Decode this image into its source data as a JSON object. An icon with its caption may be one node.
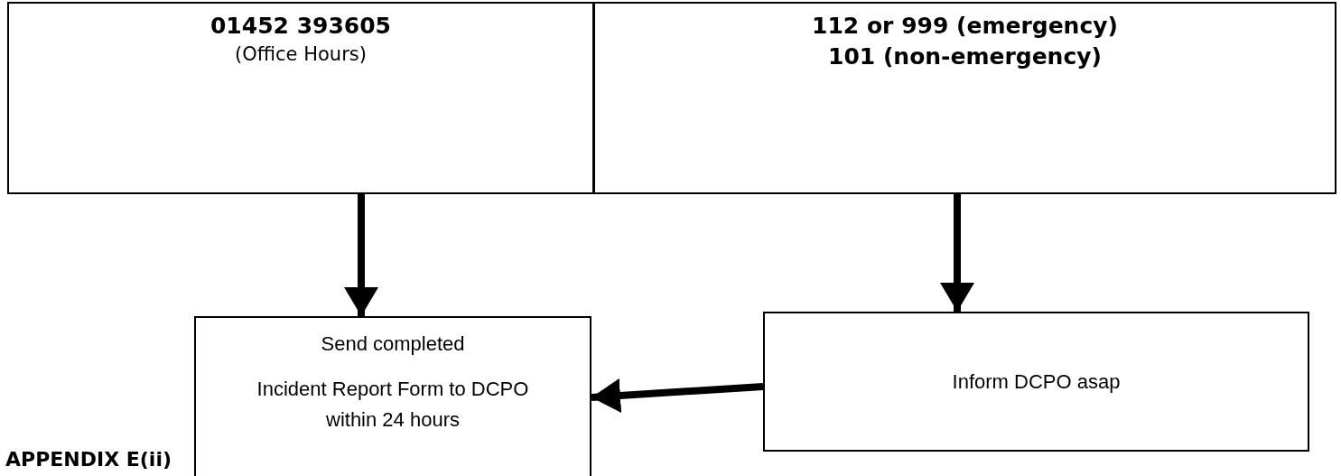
{
  "diagram": {
    "nodes": [
      {
        "text": [
          "01452 393605",
          "(Office Hours)"
        ]
      },
      {
        "text": [
          "112 or 999 (emergency)",
          "101 (non-emergency)"
        ]
      },
      {
        "text": [
          "Send completed",
          "Incident Report Form to DCPO within 24 hours"
        ]
      },
      {
        "text": [
          "Inform DCPO asap"
        ]
      }
    ],
    "edges": [
      {
        "from": 0,
        "to": 2,
        "arrow": "to"
      },
      {
        "from": 1,
        "to": 3,
        "arrow": "to"
      },
      {
        "from": 3,
        "to": 2,
        "arrow": "to"
      }
    ],
    "labels": [
      "APPENDIX E(ii)"
    ]
  }
}
